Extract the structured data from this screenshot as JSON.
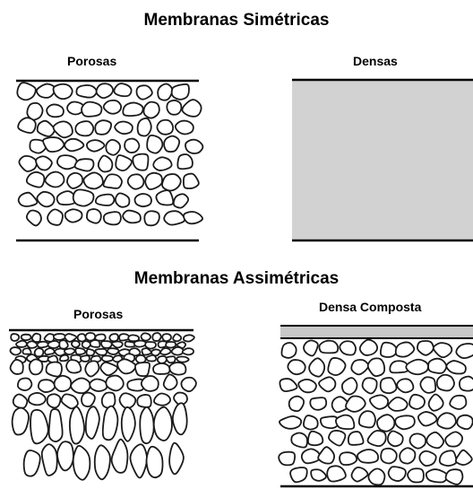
{
  "sections": {
    "symmetric": {
      "title": "Membranas Simétricas",
      "porous_label": "Porosas",
      "dense_label": "Densas"
    },
    "asymmetric": {
      "title": "Membranas Assimétricas",
      "porous_label": "Porosas",
      "dense_composite_label": "Densa Composta"
    }
  },
  "colors": {
    "dense_fill": "#d2d2d2",
    "line": "#000000",
    "pore_stroke": "#1a1a1a"
  }
}
